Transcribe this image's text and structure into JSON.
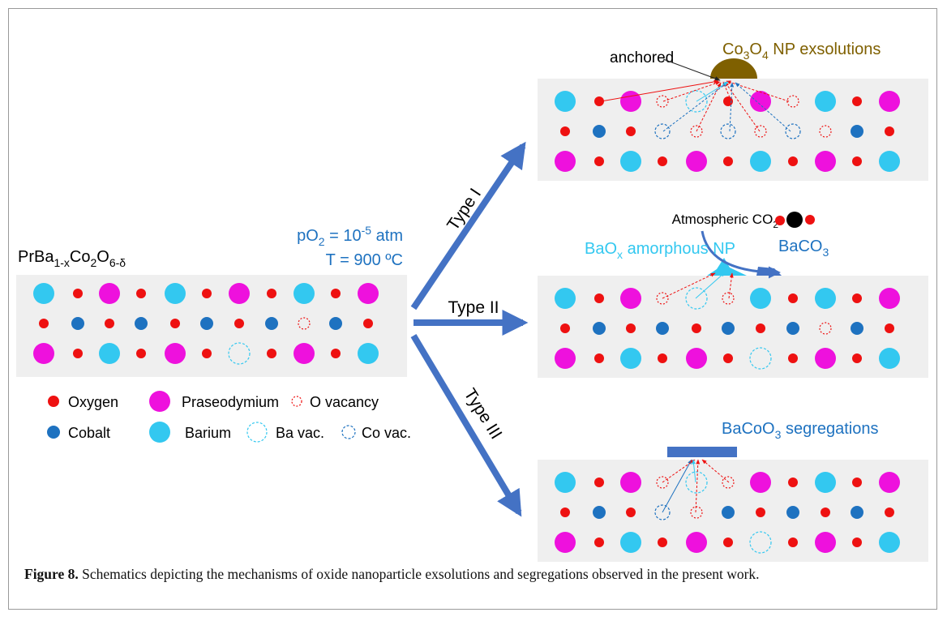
{
  "figure": {
    "caption_label": "Figure 8.",
    "caption_text": " Schematics depicting the mechanisms of oxide nanoparticle exsolutions and segregations observed in the present work."
  },
  "start": {
    "formula": {
      "base": "PrBa",
      "sub1": "1-x",
      "mid": "Co",
      "sub2": "2",
      "end": "O",
      "sub3": "6-δ"
    },
    "condition_po2": {
      "base": "pO",
      "sub": "2",
      "mid": " = 10",
      "sup": "-5",
      "end": " atm"
    },
    "condition_t": "T = 900 ºC"
  },
  "paths": {
    "type1": "Type I",
    "type2": "Type II",
    "type3": "Type III"
  },
  "type1_panel": {
    "anchored_label": "anchored",
    "product": {
      "base": "Co",
      "sub1": "3",
      "mid": "O",
      "sub2": "4",
      "end": " NP exsolutions"
    }
  },
  "type2_panel": {
    "atmospheric": {
      "base": "Atmospheric CO",
      "sub": "2"
    },
    "amorphous": {
      "base": "BaO",
      "sub": "x",
      "end": " amorphous NP"
    },
    "carbonate": {
      "base": "BaCO",
      "sub": "3"
    }
  },
  "type3_panel": {
    "product": {
      "base": "BaCoO",
      "sub": "3",
      "end": " segregations"
    }
  },
  "legend": {
    "oxygen": "Oxygen",
    "praseodymium": "Praseodymium",
    "o_vacancy": "O vacancy",
    "cobalt": "Cobalt",
    "barium": "Barium",
    "ba_vac": "Ba vac.",
    "co_vac": "Co vac."
  },
  "colors": {
    "oxygen": "#ee1111",
    "cobalt": "#1e72c0",
    "praseodymium": "#ee11dd",
    "barium": "#33c8f0",
    "arrow": "#4472c4",
    "label_blue": "#1e72c0",
    "label_cyan": "#33c8f0",
    "co3o4": "#7f6000"
  }
}
